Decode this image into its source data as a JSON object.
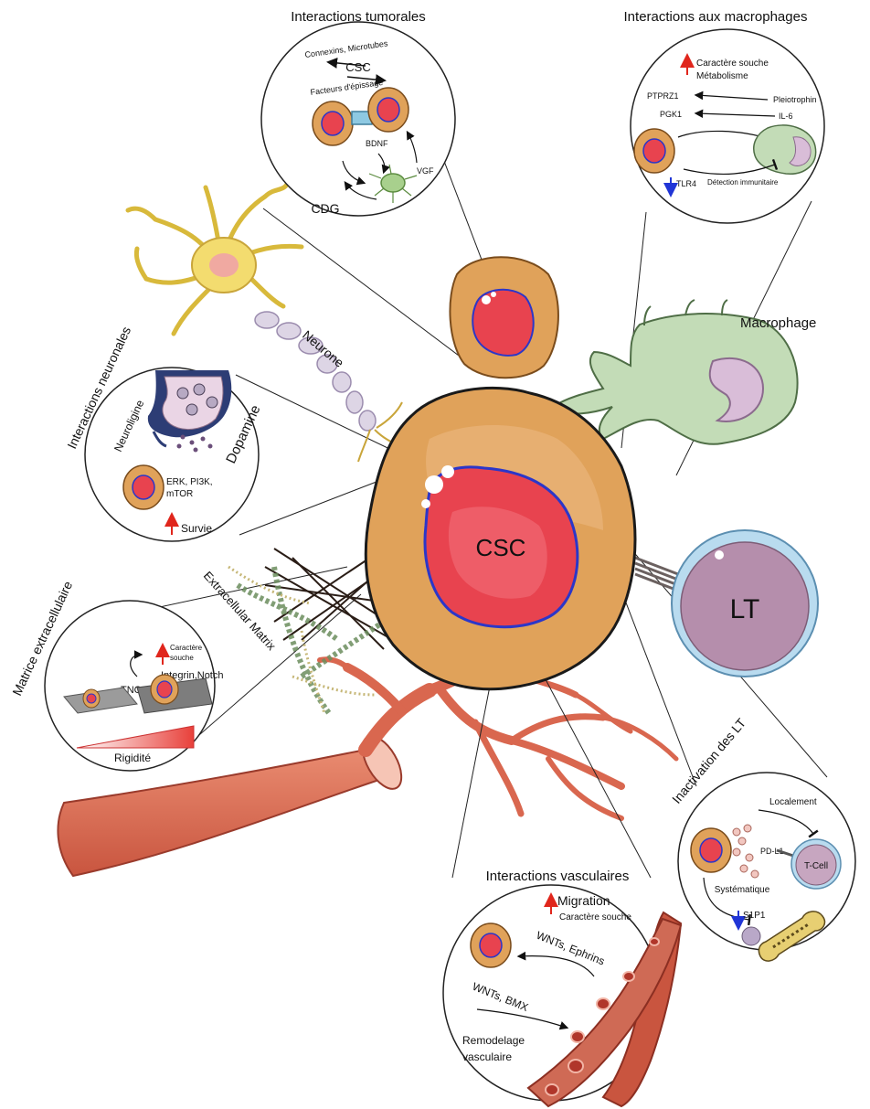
{
  "center_cell": {
    "label": "CSC"
  },
  "tumor_panel": {
    "title": "Interactions tumorales",
    "connexins": "Connexins, Microtubes",
    "csc": "CSC",
    "factors": "Facteurs d'épissage",
    "bdnf": "BDNF",
    "vgf": "VGF",
    "cdg": "CDG"
  },
  "macrophage_panel": {
    "title": "Interactions aux macrophages",
    "stemness": "Caractère souche",
    "metabolism": "Métabolisme",
    "ptprz1": "PTPRZ1",
    "pleiotrophin": "Pleiotrophin",
    "pgk1": "PGK1",
    "il6": "IL-6",
    "tlr4": "TLR4",
    "detection": "Détection immunitaire"
  },
  "macrophage_cell": {
    "label": "Macrophage"
  },
  "neuron": {
    "label": "Neurone"
  },
  "neuronal_panel": {
    "title": "Interactions neuronales",
    "neuroligine": "Neuroligine",
    "dopamine": "Dopamine",
    "erk": "ERK, PI3K,",
    "mtor": "mTOR",
    "survie": "Survie"
  },
  "lt_cell": {
    "label": "LT"
  },
  "ecm": {
    "label": "Extracellular Matrix"
  },
  "ecm_panel": {
    "title": "Matrice extracellulaire",
    "stemness_line1": "Caractère",
    "stemness_line2": "souche",
    "integrin": "Integrin,Notch",
    "tnc": "TNC",
    "rigidity": "Rigidité"
  },
  "lt_panel": {
    "title": "Inactivation des LT",
    "localement": "Localement",
    "pdl1": "PD-L1",
    "tcell": "T-Cell",
    "systematique": "Systématique",
    "s1p1": "S1P1"
  },
  "vascular_panel": {
    "title": "Interactions vasculaires",
    "migration": "Migration",
    "stemness": "Caractère souche",
    "wnts_ephrins": "WNTs, Ephrins",
    "wnts_bmx": "WNTs, BMX",
    "remodel1": "Remodelage",
    "remodel2": "vasculaire"
  },
  "colors": {
    "cell_orange": "#e0a25a",
    "nucleus_red": "#e8434f",
    "nucleus_border": "#2b36c9",
    "vessel": "#d9674f",
    "macrophage_green": "#c3dcb7",
    "lt_purple": "#b58eac",
    "lt_ring": "#b9dbef",
    "neuron_yellow": "#f3dc6f",
    "up_arrow": "#e0261c",
    "down_arrow": "#2035d6"
  }
}
